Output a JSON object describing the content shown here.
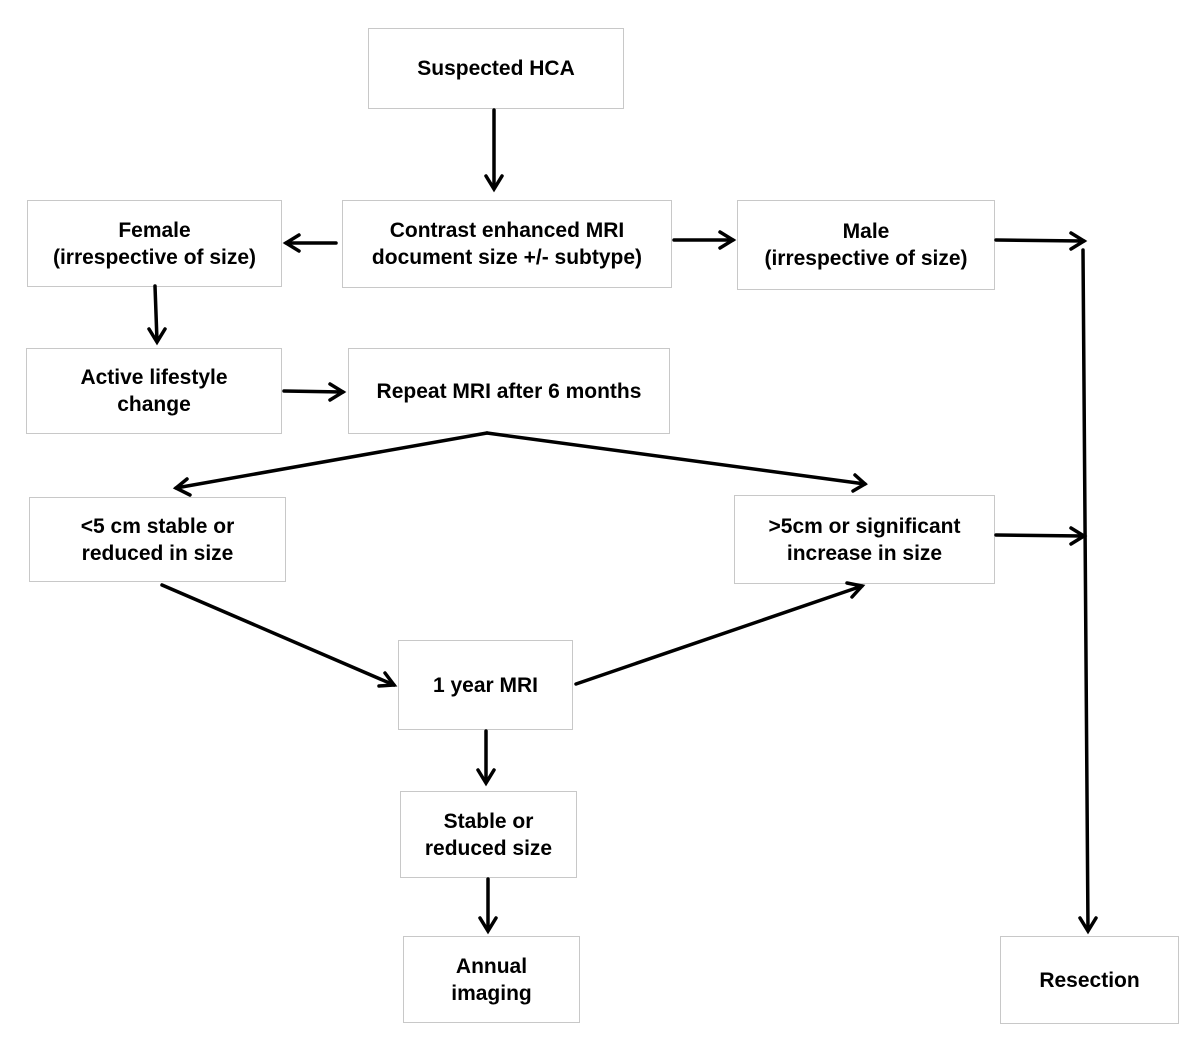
{
  "nodes": {
    "suspected_hca": {
      "lines": [
        "Suspected HCA"
      ]
    },
    "contrast_mri": {
      "lines": [
        "Contrast enhanced MRI",
        "document size +/- subtype)"
      ]
    },
    "female": {
      "lines": [
        "Female",
        "(irrespective of size)"
      ]
    },
    "male": {
      "lines": [
        "Male",
        "(irrespective of size)"
      ]
    },
    "lifestyle": {
      "lines": [
        "Active lifestyle",
        "change"
      ]
    },
    "repeat_mri": {
      "lines": [
        "Repeat MRI after 6 months"
      ]
    },
    "small_stable": {
      "lines": [
        "<5 cm stable or",
        "reduced in size"
      ]
    },
    "large_increase": {
      "lines": [
        ">5cm or significant",
        "increase in size"
      ]
    },
    "one_year_mri": {
      "lines": [
        "1 year MRI"
      ]
    },
    "stable_reduced": {
      "lines": [
        "Stable or",
        "reduced size"
      ]
    },
    "annual_imaging": {
      "lines": [
        "Annual",
        "imaging"
      ]
    },
    "resection": {
      "lines": [
        "Resection"
      ]
    }
  },
  "edges": [
    {
      "from": "suspected_hca",
      "to": "contrast_mri"
    },
    {
      "from": "contrast_mri",
      "to": "female"
    },
    {
      "from": "contrast_mri",
      "to": "male"
    },
    {
      "from": "male",
      "to": "resection"
    },
    {
      "from": "female",
      "to": "lifestyle"
    },
    {
      "from": "lifestyle",
      "to": "repeat_mri"
    },
    {
      "from": "repeat_mri",
      "to": "small_stable"
    },
    {
      "from": "repeat_mri",
      "to": "large_increase"
    },
    {
      "from": "large_increase",
      "to": "resection"
    },
    {
      "from": "small_stable",
      "to": "one_year_mri"
    },
    {
      "from": "one_year_mri",
      "to": "large_increase"
    },
    {
      "from": "one_year_mri",
      "to": "stable_reduced"
    },
    {
      "from": "stable_reduced",
      "to": "annual_imaging"
    }
  ],
  "colors": {
    "box_border": "#c8c8c8",
    "arrow": "#000000",
    "text": "#000000"
  }
}
